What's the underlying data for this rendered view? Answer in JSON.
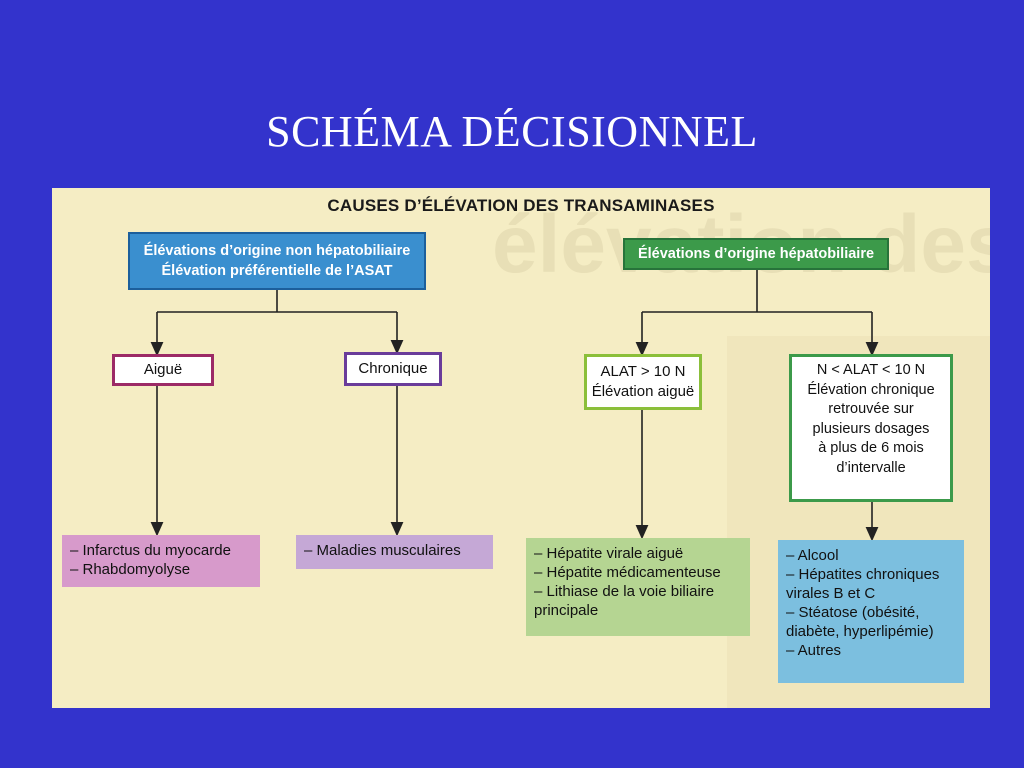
{
  "slide": {
    "title": "SCHÉMA DÉCISIONNEL"
  },
  "diagram": {
    "title": "CAUSES D’ÉLÉVATION DES TRANSAMINASES",
    "background_text": "élévation des tra",
    "non_hepatobiliary": {
      "line1": "Élévations d’origine non hépatobiliaire",
      "line2": "Élévation préférentielle de l’ASAT",
      "color": "#3a8fcf",
      "acute": {
        "label": "Aiguë",
        "items": [
          "– Infarctus du myocarde",
          "– Rhabdomyolyse"
        ],
        "color": "#d79acb"
      },
      "chronic": {
        "label": "Chronique",
        "items": [
          "– Maladies musculaires"
        ],
        "color": "#c5a8d6"
      }
    },
    "hepatobiliary": {
      "label": "Élévations d’origine hépatobiliaire",
      "color": "#3c9a4a",
      "acute": {
        "line1": "ALAT > 10 N",
        "line2": "Élévation aiguë",
        "items": [
          "– Hépatite virale aiguë",
          "– Hépatite médicamenteuse",
          "– Lithiase de la voie biliaire",
          "principale"
        ],
        "color": "#b5d592"
      },
      "chronic": {
        "lines": [
          "N < ALAT < 10 N",
          "Élévation chronique",
          "retrouvée sur",
          "plusieurs dosages",
          "à plus de 6 mois",
          "d’intervalle"
        ],
        "items": [
          "– Alcool",
          "– Hépatites chroniques",
          "virales B et C",
          "– Stéatose (obésité,",
          "diabète, hyperlipémie)",
          "– Autres"
        ],
        "color": "#7cbfdf"
      }
    }
  }
}
